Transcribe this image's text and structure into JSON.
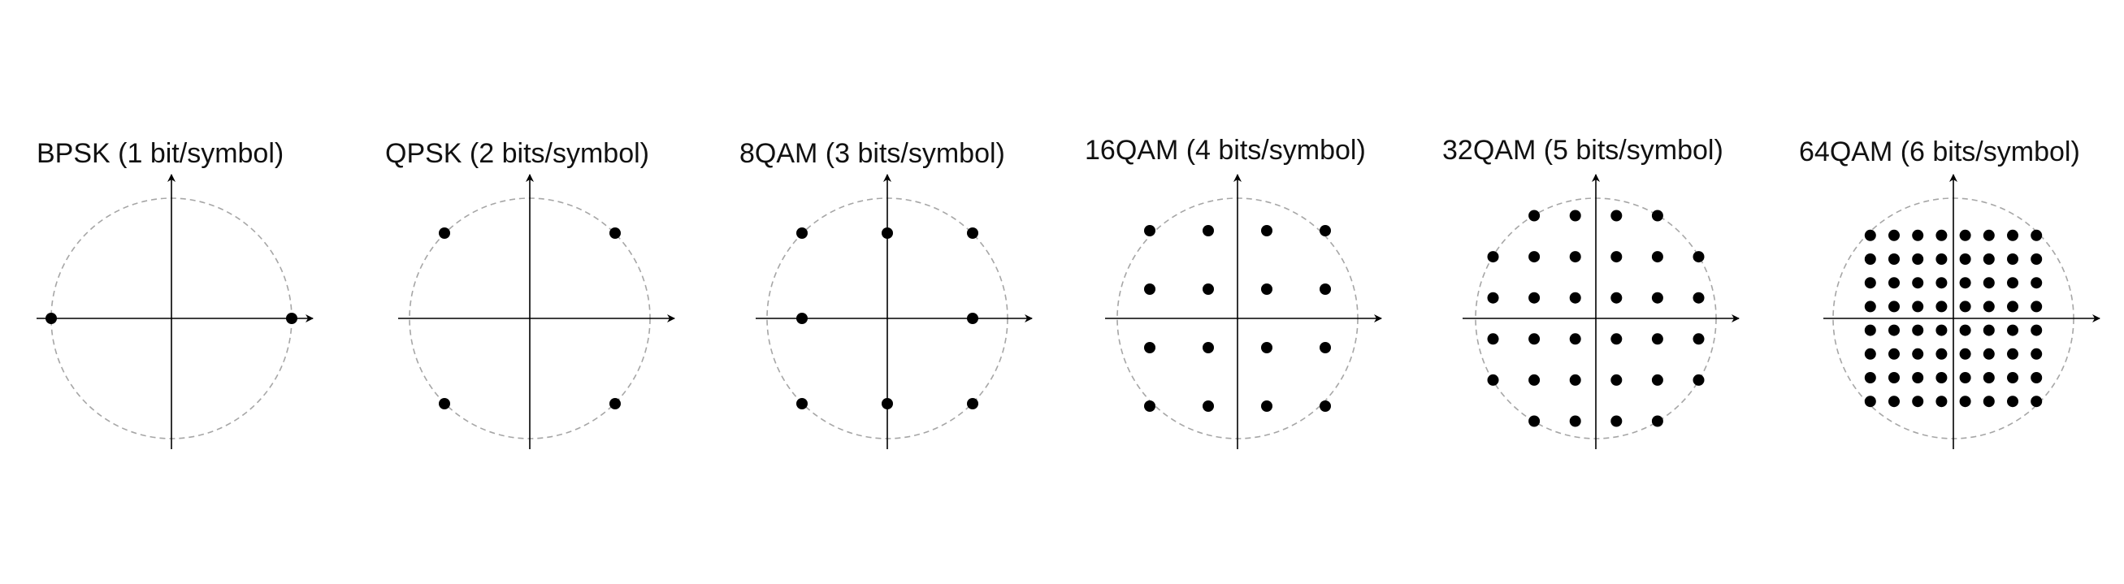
{
  "diagrams": [
    {
      "title": "BPSK (1 bit/symbol)",
      "points": [
        [
          -1,
          0
        ],
        [
          1,
          0
        ]
      ]
    },
    {
      "title": "QPSK (2 bits/symbol)",
      "points": [
        [
          -1,
          1
        ],
        [
          1,
          1
        ],
        [
          -1,
          -1
        ],
        [
          1,
          -1
        ]
      ]
    },
    {
      "title": "8QAM (3 bits/symbol)",
      "points": [
        [
          -1,
          1
        ],
        [
          0,
          1
        ],
        [
          1,
          1
        ],
        [
          -1,
          0
        ],
        [
          1,
          0
        ],
        [
          -1,
          -1
        ],
        [
          0,
          -1
        ],
        [
          1,
          -1
        ]
      ]
    },
    {
      "title": "16QAM (4 bits/symbol)",
      "points": [
        [
          -3,
          3
        ],
        [
          -1,
          3
        ],
        [
          1,
          3
        ],
        [
          3,
          3
        ],
        [
          -3,
          1
        ],
        [
          -1,
          1
        ],
        [
          1,
          1
        ],
        [
          3,
          1
        ],
        [
          -3,
          -1
        ],
        [
          -1,
          -1
        ],
        [
          1,
          -1
        ],
        [
          3,
          -1
        ],
        [
          -3,
          -3
        ],
        [
          -1,
          -3
        ],
        [
          1,
          -3
        ],
        [
          3,
          -3
        ]
      ]
    },
    {
      "title": "32QAM (5 bits/symbol)",
      "points": [
        [
          -3,
          5
        ],
        [
          -1,
          5
        ],
        [
          1,
          5
        ],
        [
          3,
          5
        ],
        [
          -5,
          3
        ],
        [
          -3,
          3
        ],
        [
          -1,
          3
        ],
        [
          1,
          3
        ],
        [
          3,
          3
        ],
        [
          5,
          3
        ],
        [
          -5,
          1
        ],
        [
          -3,
          1
        ],
        [
          -1,
          1
        ],
        [
          1,
          1
        ],
        [
          3,
          1
        ],
        [
          5,
          1
        ],
        [
          -5,
          -1
        ],
        [
          -3,
          -1
        ],
        [
          -1,
          -1
        ],
        [
          1,
          -1
        ],
        [
          3,
          -1
        ],
        [
          5,
          -1
        ],
        [
          -5,
          -3
        ],
        [
          -3,
          -3
        ],
        [
          -1,
          -3
        ],
        [
          1,
          -3
        ],
        [
          3,
          -3
        ],
        [
          5,
          -3
        ],
        [
          -3,
          -5
        ],
        [
          -1,
          -5
        ],
        [
          1,
          -5
        ],
        [
          3,
          -5
        ]
      ]
    },
    {
      "title": "64QAM (6 bits/symbol)",
      "grid": [
        -7,
        -5,
        -3,
        -1,
        1,
        3,
        5,
        7
      ]
    }
  ]
}
